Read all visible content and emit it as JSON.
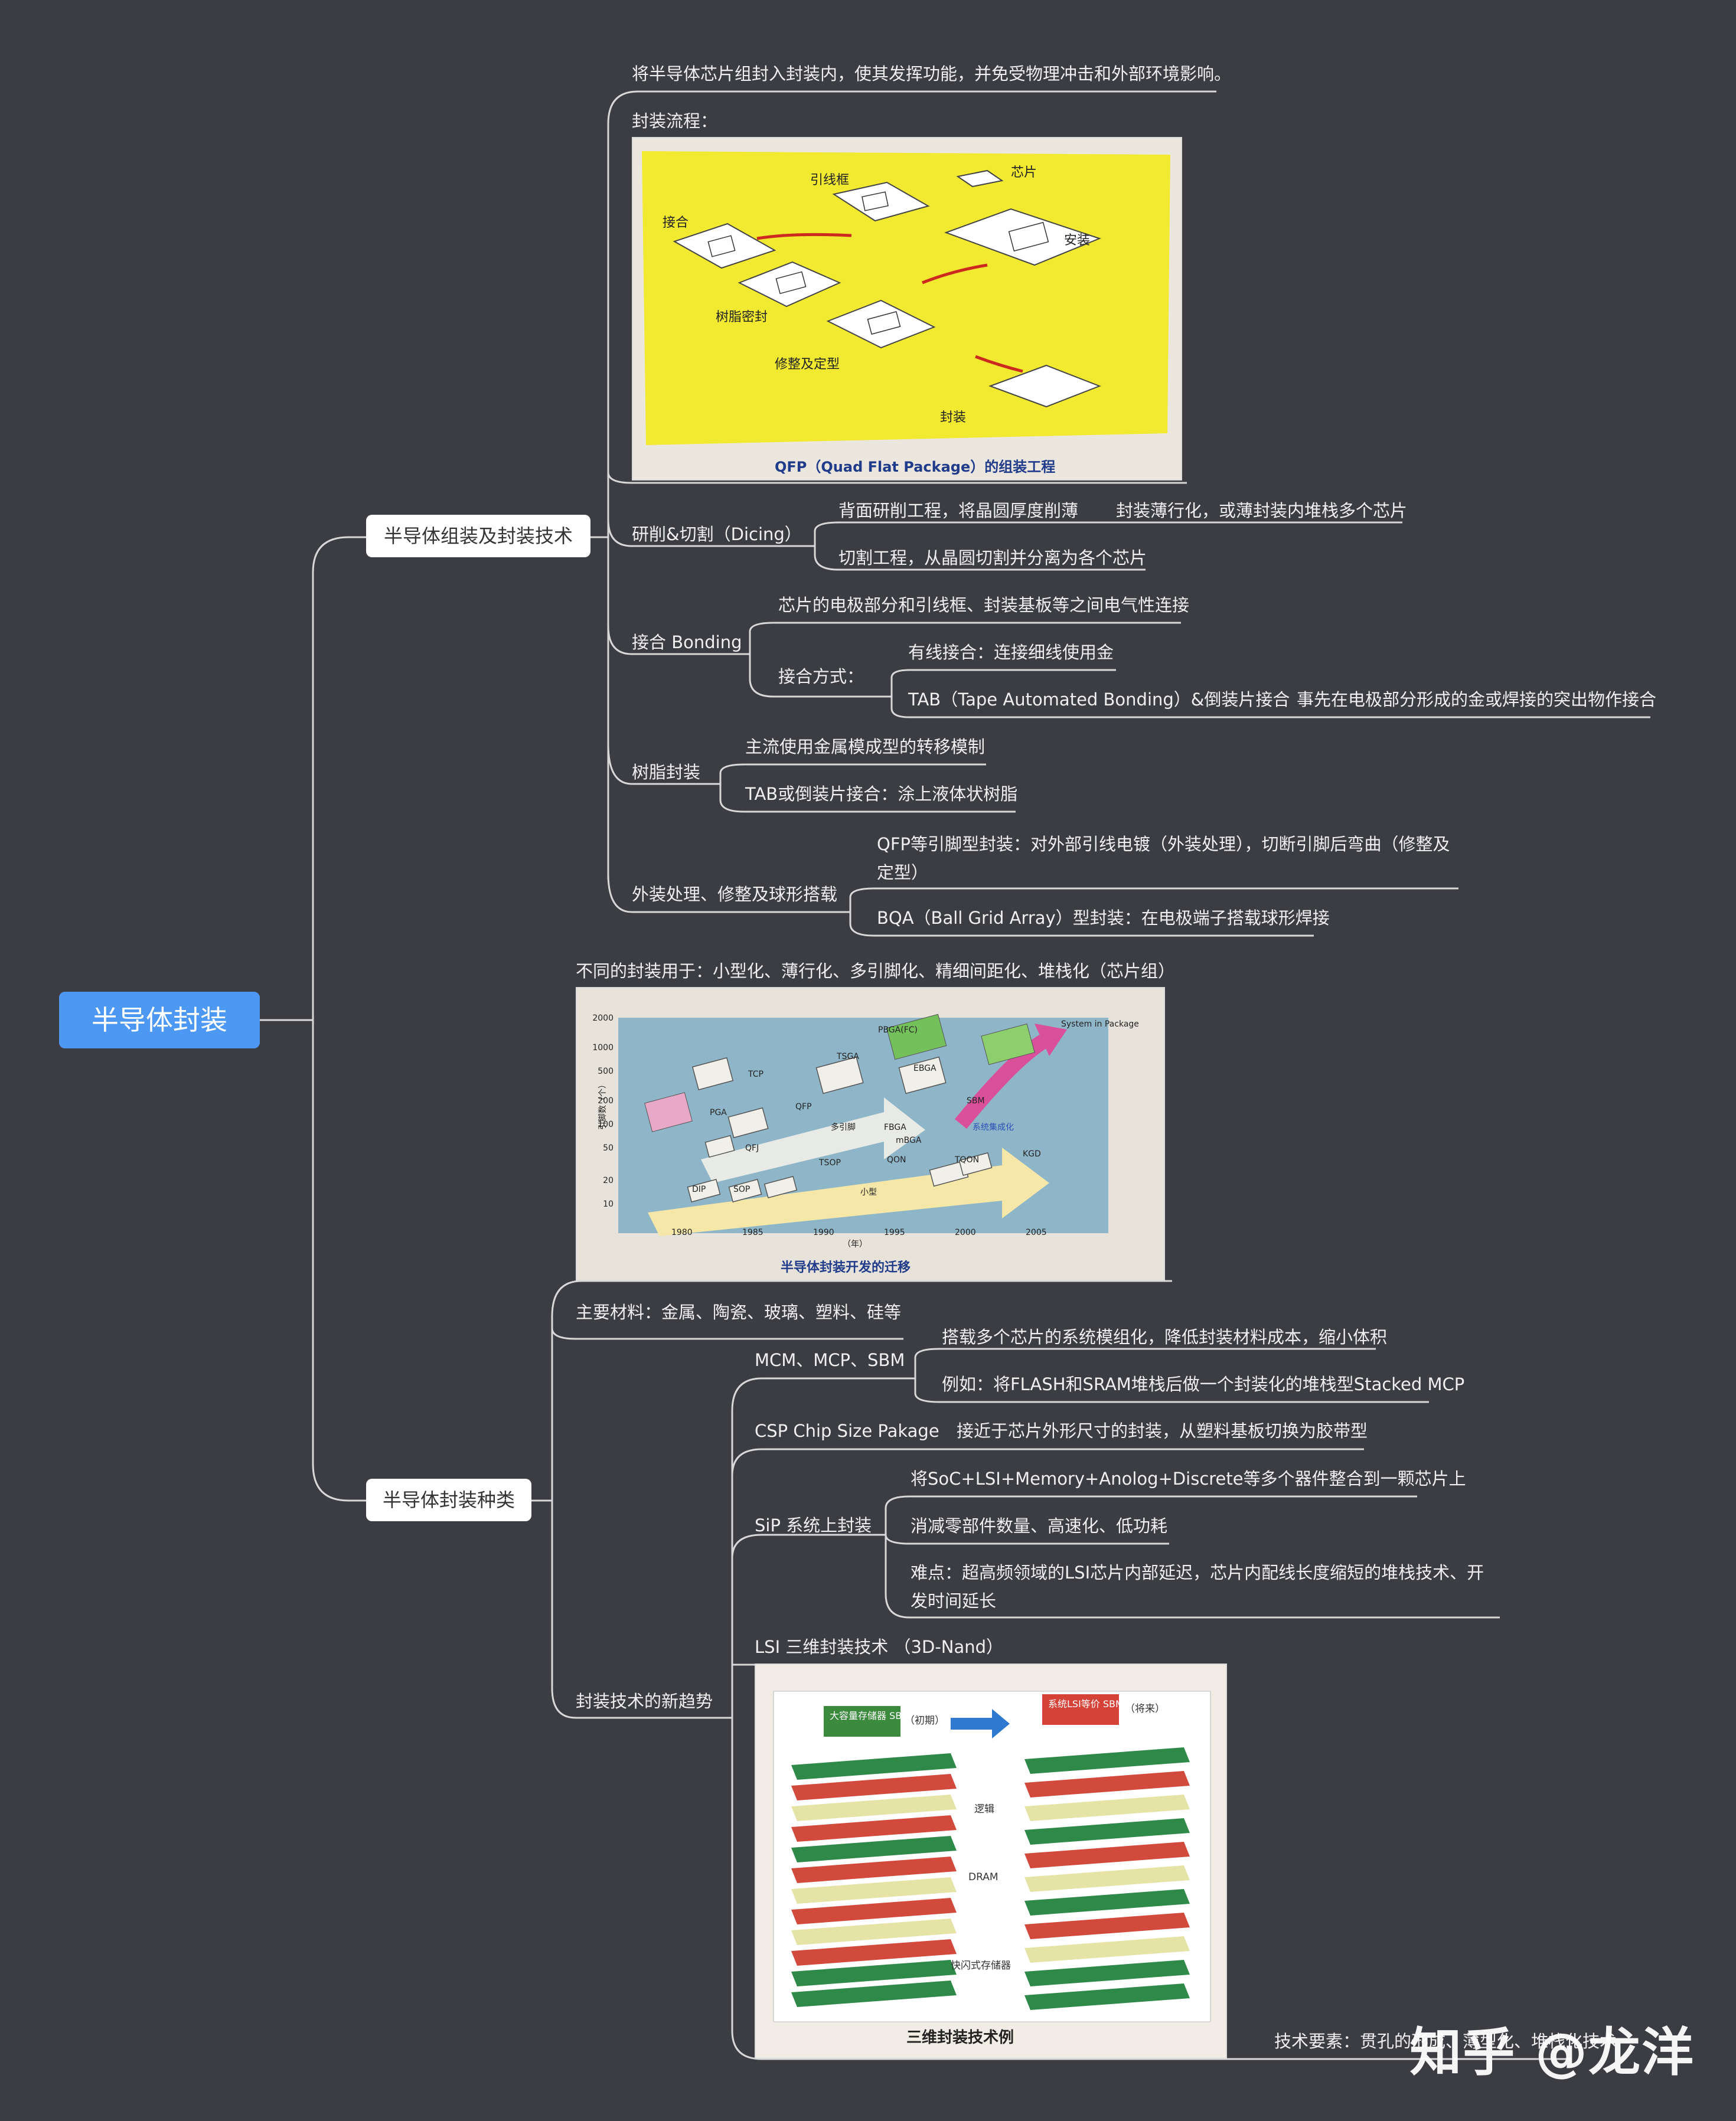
{
  "root": "半导体封装",
  "branch1": {
    "label": "半导体组装及封装技术",
    "intro": "将半导体芯片组封入封装内，使其发挥功能，并免受物理冲击和外部环境影响。",
    "flow_label": "封装流程：",
    "flow_image": {
      "caption": "QFP（Quad Flat Package）的组装工程",
      "labels": [
        "引线框",
        "芯片",
        "接合",
        "安装",
        "树脂密封",
        "修整及定型",
        "封装"
      ]
    },
    "dicing": {
      "label": "研削&切割（Dicing）",
      "back_grind": "背面研削工程，将晶圆厚度削薄",
      "thin": "封装薄行化，或薄封装内堆栈多个芯片",
      "cut": "切割工程，从晶圆切割并分离为各个芯片"
    },
    "bonding": {
      "label": "接合 Bonding",
      "desc": "芯片的电极部分和引线框、封装基板等之间电气性连接",
      "method_label": "接合方式：",
      "wire": "有线接合：连接细线使用金",
      "tab": "TAB（Tape Automated Bonding）&倒装片接合",
      "tab_detail": "事先在电极部分形成的金或焊接的突出物作接合"
    },
    "resin": {
      "label": "树脂封装",
      "main": "主流使用金属模成型的转移模制",
      "tab": "TAB或倒装片接合：涂上液体状树脂"
    },
    "finish": {
      "label": "外装处理、修整及球形搭载",
      "qfp": "QFP等引脚型封装：对外部引线电镀（外装处理），切断引脚后弯曲（修整及定型）",
      "bga": "BQA（Ball Grid Array）型封装：在电极端子搭载球形焊接"
    }
  },
  "branch2": {
    "label": "半导体封装种类",
    "uses": "不同的封装用于：小型化、薄行化、多引脚化、精细间距化、堆栈化（芯片组）",
    "evolution_image": {
      "caption": "半导体封装开发的迁移",
      "y_label": "引脚数（个）",
      "x_label": "（年）",
      "y_ticks": [
        "2000",
        "1000",
        "500",
        "200",
        "100",
        "50",
        "20",
        "10"
      ],
      "x_ticks": [
        "1980",
        "1985",
        "1990",
        "1995",
        "2000",
        "2005"
      ],
      "labels": [
        "PBGA(FC)",
        "System in Package",
        "TSGA",
        "EBGA",
        "TCP",
        "QFP",
        "PGA",
        "SBM",
        "FBGA",
        "mBGA",
        "QFJ",
        "TSOP",
        "QON",
        "TQON",
        "KGD",
        "DIP",
        "SOP",
        "多引脚",
        "小型",
        "系统集成化"
      ]
    },
    "materials": "主要材料：金属、陶瓷、玻璃、塑料、硅等",
    "trends": {
      "label": "封装技术的新趋势",
      "mcm": {
        "label": "MCM、MCP、SBM",
        "a": "搭载多个芯片的系统模组化，降低封装材料成本，缩小体积",
        "b": "例如：将FLASH和SRAM堆栈后做一个封装化的堆栈型Stacked MCP"
      },
      "csp": {
        "label": "CSP Chip Size Pakage",
        "a": "接近于芯片外形尺寸的封装，从塑料基板切换为胶带型"
      },
      "sip": {
        "label": "SiP 系统上封装",
        "a": "将SoC+LSI+Memory+Anolog+Discrete等多个器件整合到一颗芯片上",
        "b": "消减零部件数量、高速化、低功耗",
        "c": "难点：超高频领域的LSI芯片内部延迟，芯片内配线长度缩短的堆栈技术、开发时间延长"
      },
      "lsi3d": {
        "label": "LSI 三维封装技术 （3D-Nand）",
        "image": {
          "caption": "三维封装技术例",
          "left_title": "大容量存储器 SBM",
          "left_note": "（初期）",
          "right_title": "系统LSI等价 SBM",
          "right_note": "（将来）",
          "labels": [
            "逻辑",
            "DRAM",
            "快闪式存储器"
          ]
        },
        "tech": "技术要素：贯孔的形成、薄型化、堆栈化技术"
      }
    }
  },
  "watermark": "知乎 @龙洋",
  "colors": {
    "background": "#3b3d42",
    "root": "#4c98f2",
    "line": "#d9d9d9",
    "yellow": "#f2e931"
  }
}
